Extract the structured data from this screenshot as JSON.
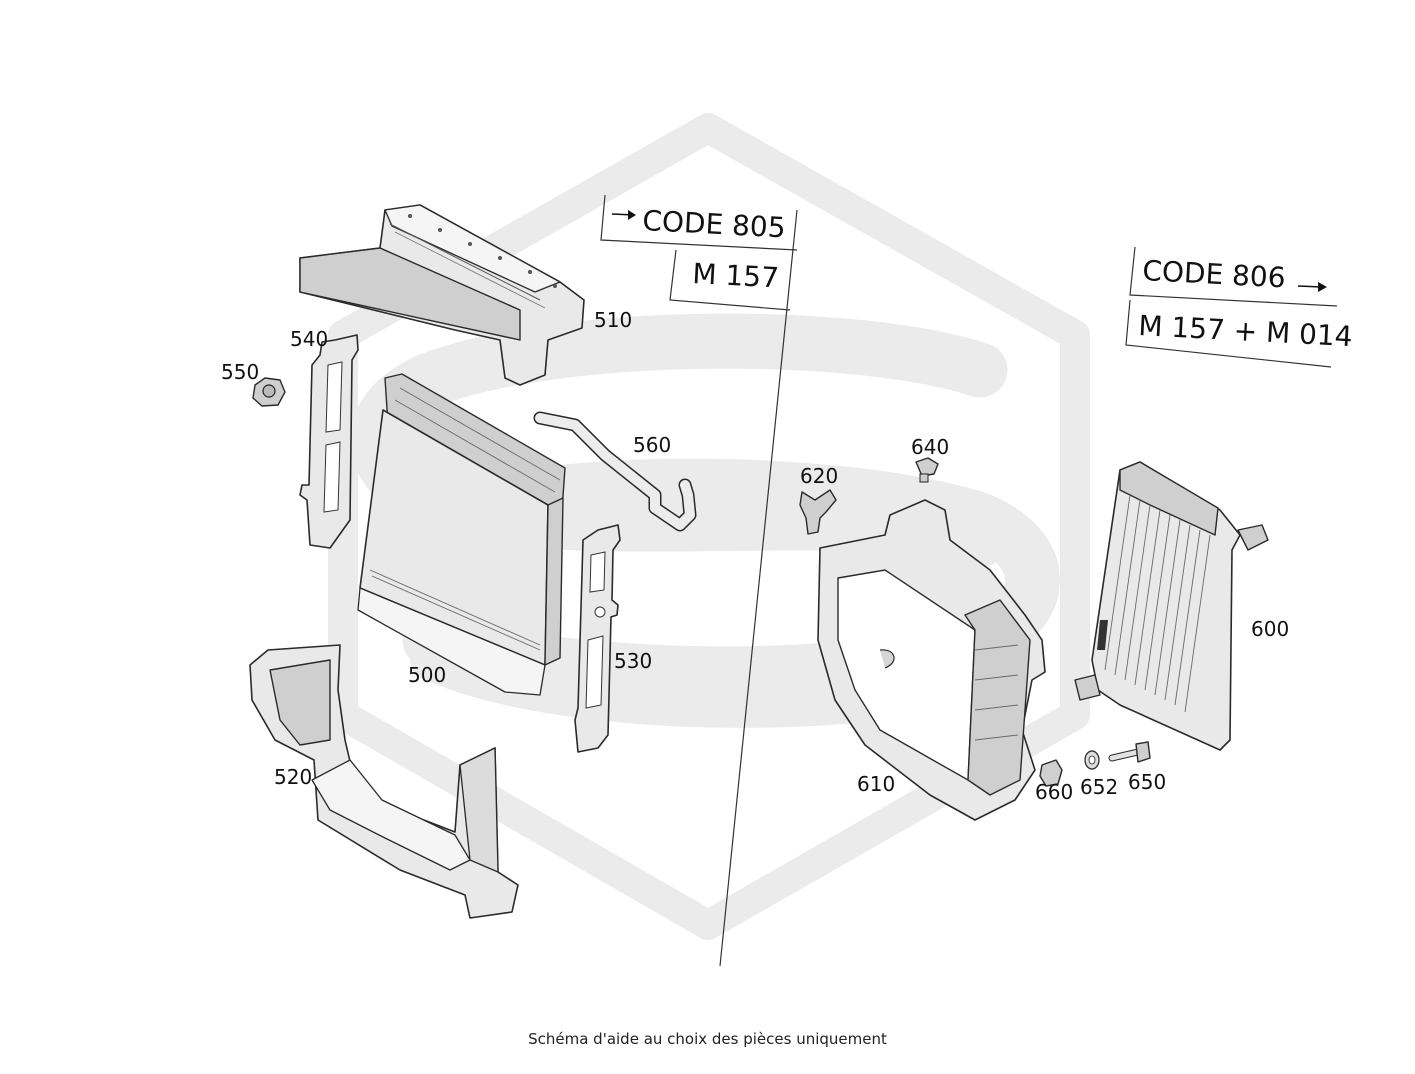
{
  "diagram": {
    "watermark_color": "#ebebeb",
    "code_left": {
      "title": "CODE 805",
      "subtitle": "M 157"
    },
    "code_right": {
      "title": "CODE 806",
      "subtitle": "M 157 + M 014"
    },
    "parts": {
      "p500": "500",
      "p510": "510",
      "p520": "520",
      "p530": "530",
      "p540": "540",
      "p550": "550",
      "p560": "560",
      "p600": "600",
      "p610": "610",
      "p620": "620",
      "p640": "640",
      "p650": "650",
      "p652": "652",
      "p660": "660"
    },
    "caption": "Schéma d'aide au choix des pièces uniquement"
  }
}
